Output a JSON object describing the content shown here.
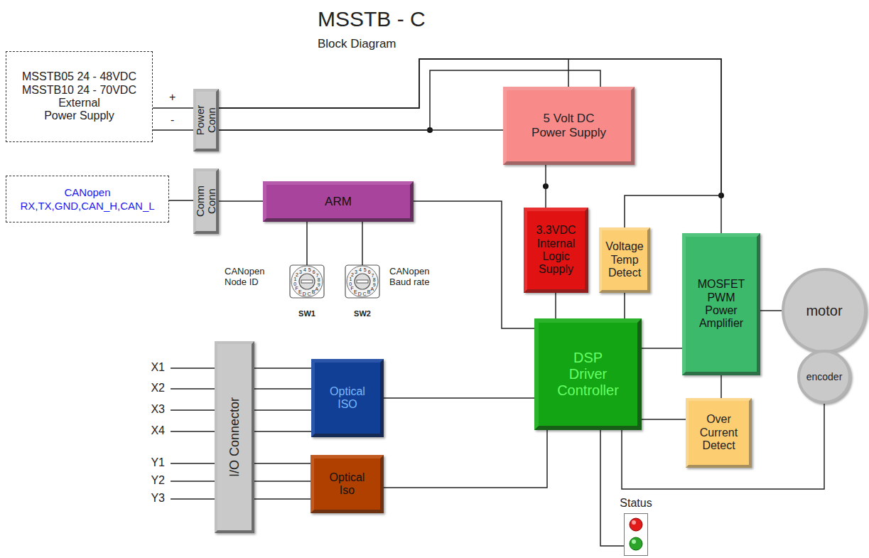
{
  "diagram": {
    "title": "MSSTB - C",
    "nodes": [
      {
        "text": [
          "MSSTB05 24 - 48VDC",
          "MSSTB10 24 - 70VDC",
          "External Power Supply"
        ]
      },
      {
        "text": [
          "Power Conn"
        ]
      },
      {
        "text": [
          "5 Volt DC Power Supply"
        ]
      },
      {
        "text": [
          "CANopen",
          "RX,TX,GND,CAN_H,CAN_L"
        ]
      },
      {
        "text": [
          "Comm Conn"
        ]
      },
      {
        "text": [
          "ARM"
        ]
      },
      {
        "text": [
          "CANopen Node ID",
          "SW1"
        ]
      },
      {
        "text": [
          "CANopen Baud rate",
          "SW2"
        ]
      },
      {
        "text": [
          "3.3VDC Internal Logic Supply"
        ]
      },
      {
        "text": [
          "Voltage Temp Detect"
        ]
      },
      {
        "text": [
          "MOSFET PWM Power Amplifier"
        ]
      },
      {
        "text": [
          "motor"
        ]
      },
      {
        "text": [
          "I/O Connector"
        ]
      },
      {
        "text": [
          "Optical ISO"
        ]
      },
      {
        "text": [
          "DSP Driver Controller"
        ]
      },
      {
        "text": [
          "encoder"
        ]
      },
      {
        "text": [
          "Optical Iso"
        ]
      },
      {
        "text": [
          "Over Current Detect"
        ]
      },
      {
        "text": [
          "Status"
        ]
      }
    ],
    "edges": [
      {
        "from": 0,
        "to": 1,
        "arrow": "none"
      },
      {
        "from": 0,
        "to": 1,
        "arrow": "none"
      },
      {
        "from": 1,
        "to": 2,
        "arrow": "none"
      },
      {
        "from": 1,
        "to": 10,
        "arrow": "none"
      },
      {
        "from": 1,
        "to": 9,
        "arrow": "none"
      },
      {
        "from": 1,
        "to": 2,
        "arrow": "none"
      },
      {
        "from": 1,
        "to": 2,
        "arrow": "none"
      },
      {
        "from": 3,
        "to": 4,
        "arrow": "none"
      },
      {
        "from": 4,
        "to": 5,
        "arrow": "none"
      },
      {
        "from": 5,
        "to": 6,
        "arrow": "none"
      },
      {
        "from": 5,
        "to": 7,
        "arrow": "none"
      },
      {
        "from": 5,
        "to": 14,
        "arrow": "none"
      },
      {
        "from": 2,
        "to": 8,
        "arrow": "none"
      },
      {
        "from": 8,
        "to": 14,
        "arrow": "none"
      },
      {
        "from": 9,
        "to": 14,
        "arrow": "none"
      },
      {
        "from": 14,
        "to": 10,
        "arrow": "none"
      },
      {
        "from": 10,
        "to": 11,
        "arrow": "none"
      },
      {
        "from": 10,
        "to": 17,
        "arrow": "none"
      },
      {
        "from": 17,
        "to": 14,
        "arrow": "none"
      },
      {
        "from": 12,
        "to": 13,
        "arrow": "none"
      },
      {
        "from": 12,
        "to": 13,
        "arrow": "none"
      },
      {
        "from": 12,
        "to": 13,
        "arrow": "none"
      },
      {
        "from": 12,
        "to": 13,
        "arrow": "none"
      },
      {
        "from": 12,
        "to": 16,
        "arrow": "none"
      },
      {
        "from": 12,
        "to": 16,
        "arrow": "none"
      },
      {
        "from": 12,
        "to": 16,
        "arrow": "none"
      },
      {
        "from": 13,
        "to": 14,
        "arrow": "none"
      },
      {
        "from": 16,
        "to": 14,
        "arrow": "none"
      },
      {
        "from": 15,
        "to": 14,
        "arrow": "none"
      },
      {
        "from": 14,
        "to": 18,
        "arrow": "none"
      }
    ],
    "labels": [
      "Block Diagram",
      "+",
      "-",
      "X1",
      "X2",
      "X3",
      "X4",
      "Y1",
      "Y2",
      "Y3",
      "0",
      "1",
      "2",
      "3",
      "4",
      "5",
      "6",
      "7",
      "8",
      "9",
      "A",
      "B",
      "C",
      "D",
      "E",
      "F",
      "0",
      "1",
      "2",
      "3",
      "4",
      "5",
      "6",
      "7",
      "8",
      "9",
      "A",
      "B",
      "C",
      "D",
      "E",
      "F"
    ]
  }
}
